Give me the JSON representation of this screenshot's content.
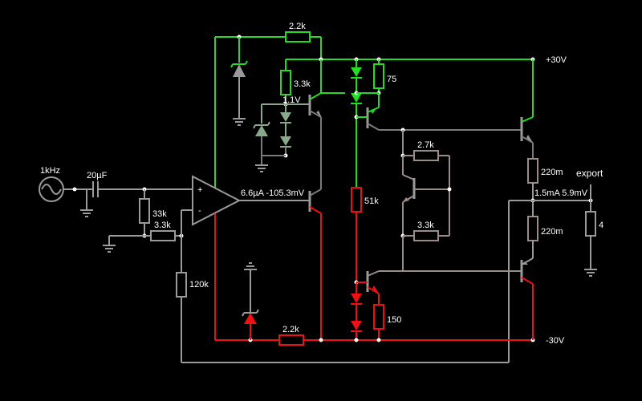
{
  "colors": {
    "background": "#000000",
    "wire_neutral": "#9a9a9a",
    "wire_positive": "#22dd22",
    "wire_negative": "#ee1111",
    "wire_brown": "#9c8c86",
    "text": "#ffffff"
  },
  "labels": {
    "source_freq": "1kHz",
    "cap_in": "20µF",
    "r_33k": "33k",
    "r_3_3k_fb": "3.3k",
    "r_120k": "120k",
    "r_2_2k_top": "2.2k",
    "r_2_2k_bot": "2.2k",
    "r_3_3k_top": "3.3k",
    "v_1_1": "1.1V",
    "r_75": "75",
    "r_51k": "51k",
    "r_150": "150",
    "r_2_7k": "2.7k",
    "r_3_3k_mid": "3.3k",
    "r_220m_top": "220m",
    "r_220m_bot": "220m",
    "rail_pos": "+30V",
    "rail_neg": "-30V",
    "export": "export",
    "load": "4",
    "opamp_readout": "6.6µA -105.3mV",
    "output_readout": "1.5mA 5.9mV",
    "opamp_plus": "+",
    "opamp_minus": "-"
  }
}
